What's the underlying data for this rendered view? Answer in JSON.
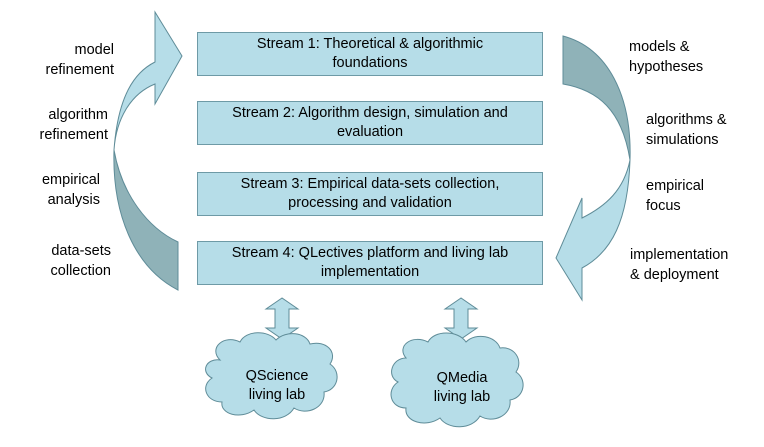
{
  "streams": [
    {
      "line1": "Stream 1: Theoretical & algorithmic",
      "line2": "foundations"
    },
    {
      "line1": "Stream 2: Algorithm design, simulation and",
      "line2": "evaluation"
    },
    {
      "line1": "Stream 3: Empirical data-sets collection,",
      "line2": "processing and validation"
    },
    {
      "line1": "Stream 4: QLectives platform and living lab",
      "line2": "implementation"
    }
  ],
  "left_labels": [
    "model\nrefinement",
    "algorithm\nrefinement",
    "empirical\nanalysis",
    "data-sets\ncollection"
  ],
  "right_labels": [
    "models &\nhypotheses",
    "algorithms &\nsimulations",
    "empirical\nfocus",
    "implementation\n& deployment"
  ],
  "clouds": [
    {
      "text": "QScience\nliving lab"
    },
    {
      "text": "QMedia\nliving lab"
    }
  ],
  "colors": {
    "box_fill": "#b6dde8",
    "arrow_light": "#b6dde8",
    "arrow_dark": "#8fb2b8",
    "outline": "#5f8c98"
  }
}
